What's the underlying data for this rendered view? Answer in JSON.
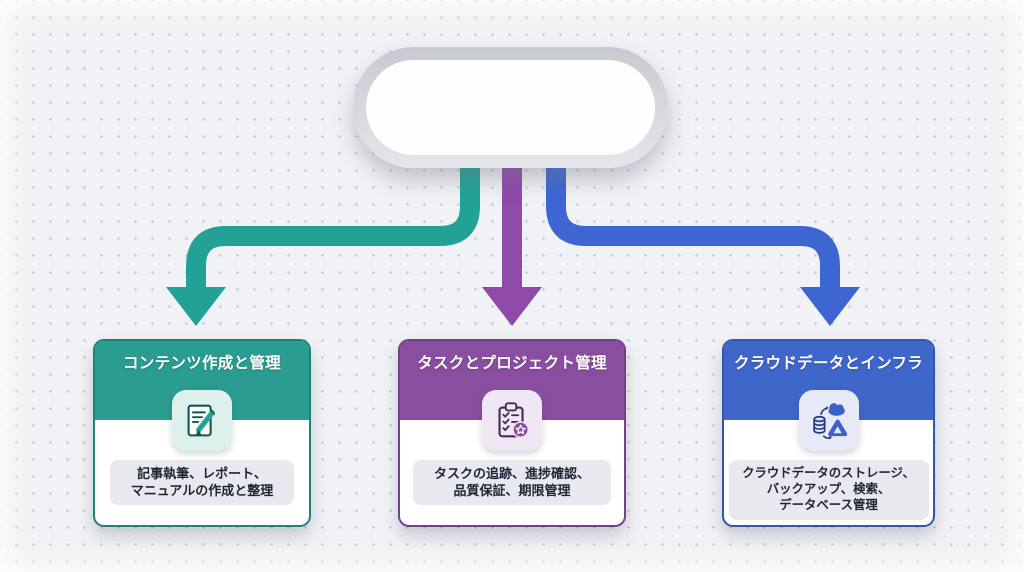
{
  "root_node": {
    "label": ""
  },
  "cards": [
    {
      "title": "コンテンツ作成と管理",
      "accent": "#2b9c90",
      "border": "#1f8278",
      "icon_bg": "#ddf0ec",
      "icon": "document-pen-icon",
      "desc_lines": [
        "記事執筆、レポート、",
        "マニュアルの作成と整理"
      ]
    },
    {
      "title": "タスクとプロジェクト管理",
      "accent": "#8a4ea0",
      "border": "#743f89",
      "icon_bg": "#f0e7f4",
      "icon": "clipboard-check-icon",
      "desc_lines": [
        "タスクの追跡、進捗確認、",
        "品質保証、期限管理"
      ]
    },
    {
      "title": "クラウドデータとインフラ",
      "accent": "#3f66c9",
      "border": "#3455ad",
      "icon_bg": "#e7eaf6",
      "icon": "cloud-sync-icon",
      "desc_lines": [
        "クラウドデータのストレージ、",
        "バックアップ、検索、",
        "データベース管理"
      ]
    }
  ],
  "arrows": [
    {
      "name": "arrow-left",
      "color": "#22a197"
    },
    {
      "name": "arrow-middle",
      "color": "#8e49a9"
    },
    {
      "name": "arrow-right",
      "color": "#3d66d2"
    }
  ]
}
